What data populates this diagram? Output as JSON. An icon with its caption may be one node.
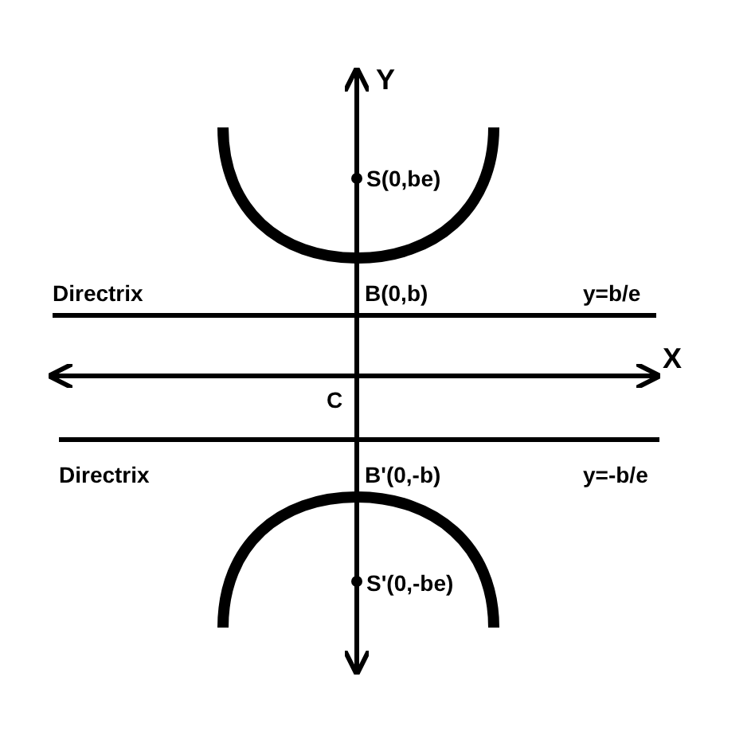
{
  "diagram": {
    "labels": [
      "Y",
      "S(0,be)",
      "Directrix",
      "B(0,b)",
      "y=b/e",
      "X",
      "C",
      "Directrix",
      "B'(0,-b)",
      "y=-b/e",
      "S'(0,-be)"
    ]
  }
}
